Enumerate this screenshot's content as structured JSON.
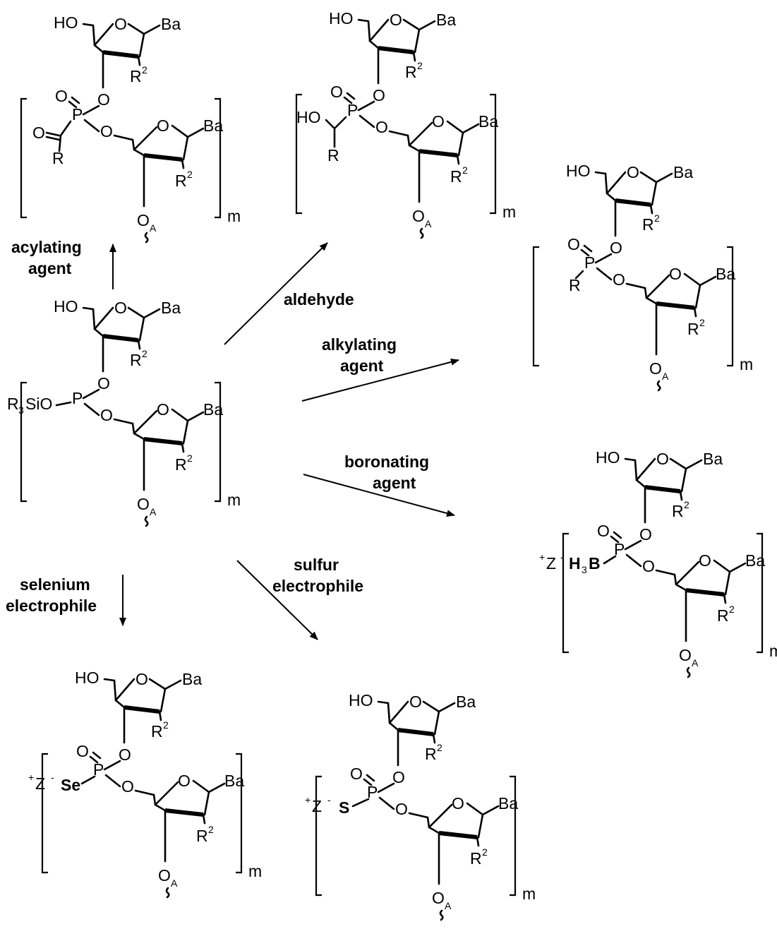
{
  "atoms": {
    "ho": "HO",
    "o": "O",
    "ba": "Ba",
    "r2": "R",
    "r2_sup": "2",
    "p": "P",
    "oa": "O",
    "oa_sub": "A",
    "repeat": "m",
    "r": "R",
    "z": "Z",
    "plus": "+",
    "minus": "-",
    "se": "Se",
    "s": "S",
    "h3b_h": "H",
    "h3b_3": "3",
    "h3b_b": "B",
    "r3si_r": "R",
    "r3si_3": "3",
    "r3si_si": "SiO"
  },
  "reagents": {
    "acylating": [
      "acylating",
      "agent"
    ],
    "aldehyde": "aldehyde",
    "alkylating": [
      "alkylating",
      "agent"
    ],
    "boronating": [
      "boronating",
      "agent"
    ],
    "selenium": [
      "selenium",
      "electrophile"
    ],
    "sulfur": [
      "sulfur",
      "electrophile"
    ]
  }
}
